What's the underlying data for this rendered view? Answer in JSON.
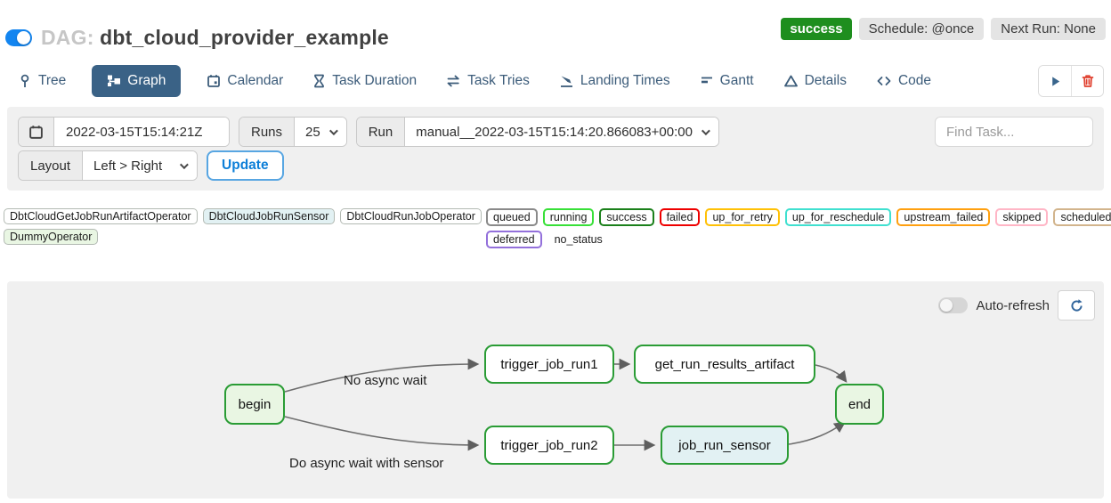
{
  "header": {
    "dag_prefix": "DAG:",
    "dag_title": "dbt_cloud_provider_example",
    "status_badge": "success",
    "status_badge_color": "#1e8e1e",
    "schedule_chip": "Schedule: @once",
    "next_run_chip": "Next Run: None"
  },
  "tabs": [
    {
      "label": "Tree"
    },
    {
      "label": "Graph",
      "active": true
    },
    {
      "label": "Calendar"
    },
    {
      "label": "Task Duration"
    },
    {
      "label": "Task Tries"
    },
    {
      "label": "Landing Times"
    },
    {
      "label": "Gantt"
    },
    {
      "label": "Details"
    },
    {
      "label": "Code"
    }
  ],
  "filter_bar": {
    "base_date_value": "2022-03-15T15:14:21Z",
    "runs_label": "Runs",
    "runs_value": "25",
    "run_label": "Run",
    "run_value": "manual__2022-03-15T15:14:20.866083+00:00",
    "find_task_placeholder": "Find Task...",
    "layout_label": "Layout",
    "layout_value": "Left > Right",
    "update_button": "Update"
  },
  "legend": {
    "operators": [
      {
        "label": "DbtCloudGetJobRunArtifactOperator",
        "fill": "#ffffff"
      },
      {
        "label": "DbtCloudJobRunSensor",
        "fill": "#e2f1f3"
      },
      {
        "label": "DbtCloudRunJobOperator",
        "fill": "#ffffff"
      },
      {
        "label": "DummyOperator",
        "fill": "#e9f6e3"
      }
    ],
    "statuses": [
      {
        "label": "queued",
        "color": "#8a8a8a"
      },
      {
        "label": "running",
        "color": "#38e038"
      },
      {
        "label": "success",
        "color": "#1b801b"
      },
      {
        "label": "failed",
        "color": "#ee0000"
      },
      {
        "label": "up_for_retry",
        "color": "#ffc107"
      },
      {
        "label": "up_for_reschedule",
        "color": "#40e0d0"
      },
      {
        "label": "upstream_failed",
        "color": "#ffa010"
      },
      {
        "label": "skipped",
        "color": "#ffb6c6"
      },
      {
        "label": "scheduled",
        "color": "#d2b48c"
      },
      {
        "label": "deferred",
        "color": "#9370db"
      },
      {
        "label": "no_status",
        "color": "transparent"
      }
    ]
  },
  "graph_panel": {
    "auto_refresh_label": "Auto-refresh",
    "nodes": [
      {
        "id": "begin",
        "label": "begin",
        "fill": "#e9f6e3",
        "border": "#2a9c35"
      },
      {
        "id": "trigger_job_run1",
        "label": "trigger_job_run1",
        "fill": "#ffffff",
        "border": "#2a9c35"
      },
      {
        "id": "get_run_results_artifact",
        "label": "get_run_results_artifact",
        "fill": "#ffffff",
        "border": "#2a9c35"
      },
      {
        "id": "trigger_job_run2",
        "label": "trigger_job_run2",
        "fill": "#ffffff",
        "border": "#2a9c35"
      },
      {
        "id": "job_run_sensor",
        "label": "job_run_sensor",
        "fill": "#e2f1f3",
        "border": "#2a9c35"
      },
      {
        "id": "end",
        "label": "end",
        "fill": "#e9f6e3",
        "border": "#2a9c35"
      }
    ],
    "edges": [
      {
        "from": "begin",
        "to": "trigger_job_run1",
        "label": "No async wait"
      },
      {
        "from": "begin",
        "to": "trigger_job_run2",
        "label": "Do async wait with sensor"
      },
      {
        "from": "trigger_job_run1",
        "to": "get_run_results_artifact",
        "label": ""
      },
      {
        "from": "trigger_job_run2",
        "to": "job_run_sensor",
        "label": ""
      },
      {
        "from": "get_run_results_artifact",
        "to": "end",
        "label": ""
      },
      {
        "from": "job_run_sensor",
        "to": "end",
        "label": ""
      }
    ]
  }
}
